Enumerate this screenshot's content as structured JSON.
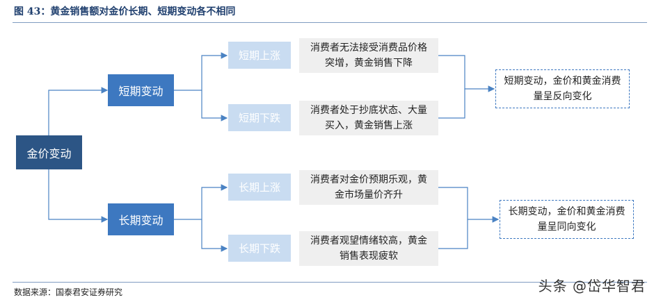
{
  "figure": {
    "title": "图 43：黄金销售额对金价长期、短期变动各不相同",
    "source": "数据来源：国泰君安证券研究",
    "watermark": "头条 @岱华智君"
  },
  "nodes": {
    "root": "金价变动",
    "short_term": "短期变动",
    "long_term": "长期变动",
    "short_rise": "短期上涨",
    "short_fall": "短期下跌",
    "long_rise": "长期上涨",
    "long_fall": "长期下跌"
  },
  "descriptions": {
    "short_rise": "消费者无法接受消费品价格突增，黄金销售下降",
    "short_fall": "消费者处于抄底状态、大量买入，黄金销售上涨",
    "long_rise": "消费者对金价预期乐观，黄金市场量价齐升",
    "long_fall": "消费者观望情绪较高，黄金销售表现疲软"
  },
  "conclusions": {
    "short": "短期变动，金价和黄金消费量呈反向变化",
    "long": "长期变动，金价和黄金消费量呈同向变化"
  },
  "colors": {
    "root": "#2c5585",
    "level1": "#3d78c0",
    "level2": "#c9dcf1",
    "description_bg": "#efefef",
    "connector": "#4a82c3"
  }
}
